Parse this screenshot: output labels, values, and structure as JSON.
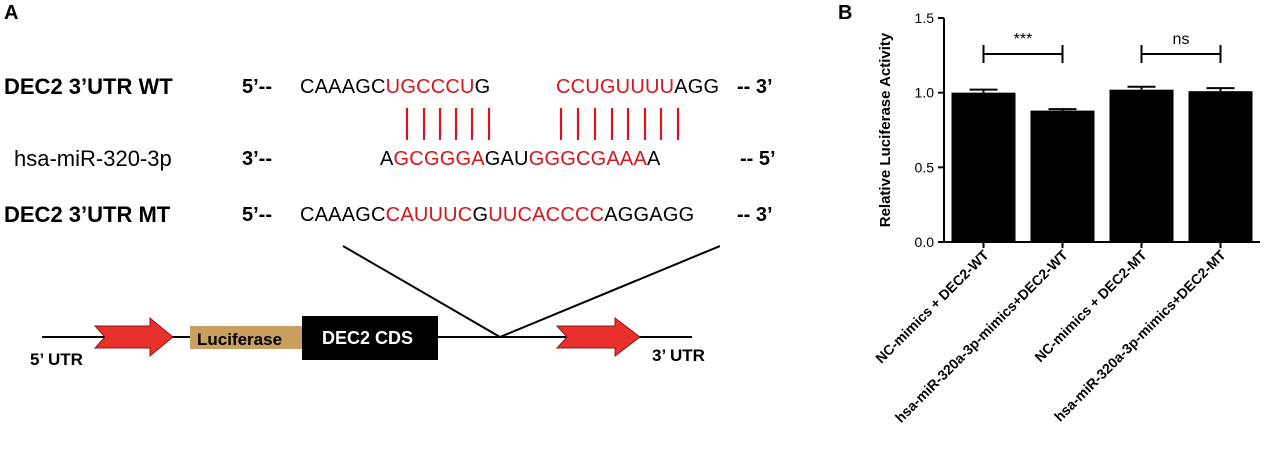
{
  "panel_a": {
    "label": "A",
    "rows": [
      {
        "label": "DEC2   3’UTR WT",
        "left_end": "5’--",
        "right_end": "-- 3’",
        "segments": [
          {
            "text": "CAAAGC",
            "highlight": false
          },
          {
            "text": "UGCCCU",
            "highlight": true
          },
          {
            "text": "G",
            "highlight": false
          },
          {
            "text": "      ",
            "highlight": false
          },
          {
            "text": "CCUGUUUU",
            "highlight": true
          },
          {
            "text": "AGG",
            "highlight": false
          }
        ]
      },
      {
        "label": "hsa-miR-320-3p",
        "left_end": "3’--",
        "right_end": "-- 5’",
        "segments": [
          {
            "text": "A",
            "highlight": false
          },
          {
            "text": "GCGGGA",
            "highlight": true
          },
          {
            "text": "GAU",
            "highlight": false
          },
          {
            "text": "GGGCGAAA",
            "highlight": true
          },
          {
            "text": "A",
            "highlight": false
          }
        ]
      },
      {
        "label": "DEC2   3’UTR MT",
        "left_end": "5’--",
        "right_end": "-- 3’",
        "segments": [
          {
            "text": "CAAAGC",
            "highlight": false
          },
          {
            "text": "CAUUUC",
            "highlight": true
          },
          {
            "text": "G",
            "highlight": false
          },
          {
            "text": "UUCACCCC",
            "highlight": true
          },
          {
            "text": "AGGAGG",
            "highlight": false
          }
        ]
      }
    ],
    "construct": {
      "five_prime": "5’ UTR",
      "luciferase": "Luciferase",
      "cds": "DEC2  CDS",
      "three_prime": "3’ UTR"
    },
    "colors": {
      "highlight": "#d9141b",
      "luciferase_box": "#c9a05f",
      "cds_box": "#000000",
      "arrow": "#e8312a"
    }
  },
  "chart_data": {
    "panel_label": "B",
    "type": "bar",
    "categories": [
      "NC-mimics + DEC2-WT",
      "hsa-miR-320a-3p-mimics+DEC2-WT",
      "NC-mimics + DEC2-MT",
      "hsa-miR-320a-3p-mimics+DEC2-MT"
    ],
    "values": [
      1.0,
      0.88,
      1.02,
      1.01
    ],
    "errors": [
      0.02,
      0.01,
      0.02,
      0.02
    ],
    "ylabel": "Relative Luciferase Activity",
    "ylim": [
      0,
      1.5
    ],
    "yticks": [
      "0.0",
      "0.5",
      "1.0",
      "1.5"
    ],
    "bar_color": "#000000",
    "significance": [
      {
        "from": 0,
        "to": 1,
        "label": "***"
      },
      {
        "from": 2,
        "to": 3,
        "label": "ns"
      }
    ]
  }
}
